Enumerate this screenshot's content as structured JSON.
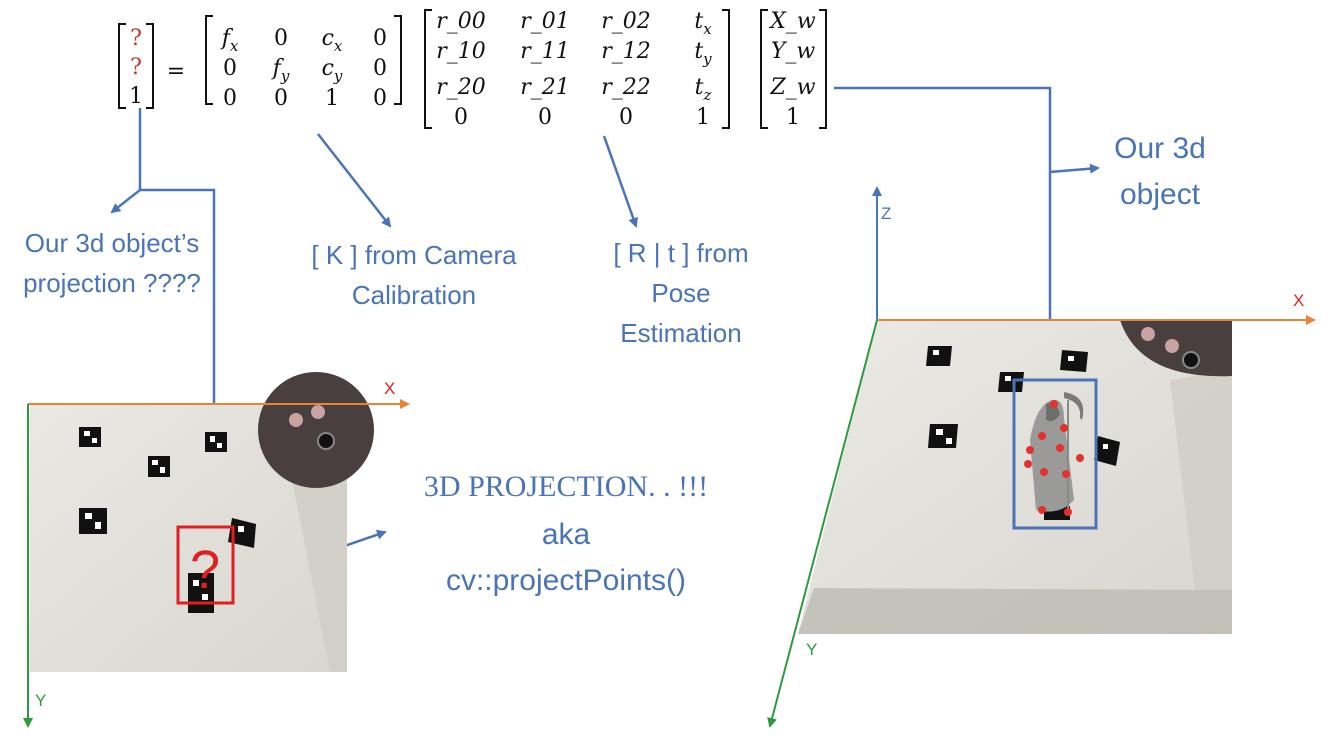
{
  "equation": {
    "lhs": [
      "?",
      "?",
      "1"
    ],
    "equals": "=",
    "k_rows": [
      [
        "f_x",
        "0",
        "c_x",
        "0"
      ],
      [
        "0",
        "f_y",
        "c_y",
        "0"
      ],
      [
        "0",
        "0",
        "1",
        "0"
      ]
    ],
    "rt_rows": [
      [
        "r_00",
        "r_01",
        "r_02",
        "t_x"
      ],
      [
        "r_10",
        "r_11",
        "r_12",
        "t_y"
      ],
      [
        "r_20",
        "r_21",
        "r_22",
        "t_z"
      ],
      [
        "0",
        "0",
        "0",
        "1"
      ]
    ],
    "world": [
      "X_w",
      "Y_w",
      "Z_w",
      "1"
    ]
  },
  "labels": {
    "projection": [
      "Our 3d object’s",
      "projection ????"
    ],
    "k_calibration": [
      "[ K ] from Camera",
      "Calibration"
    ],
    "rt_pose": [
      "[ R | t ] from",
      "Pose",
      "Estimation"
    ],
    "object": [
      "Our 3d",
      "object"
    ],
    "projection_title": [
      "3D PROJECTION. . !!!",
      "aka",
      "cv::projectPoints()"
    ],
    "question_mark": "?"
  },
  "axes": {
    "left": {
      "x": "X",
      "y": "Y"
    },
    "right": {
      "x": "X",
      "y": "Y",
      "z": "Z"
    }
  },
  "colors": {
    "arrow": "#4a74b5",
    "x_axis": "#e8833a",
    "y_axis": "#2e9a3e",
    "z_axis": "#4a74b5",
    "question": "#e02020",
    "marker_dot": "#e53030"
  }
}
